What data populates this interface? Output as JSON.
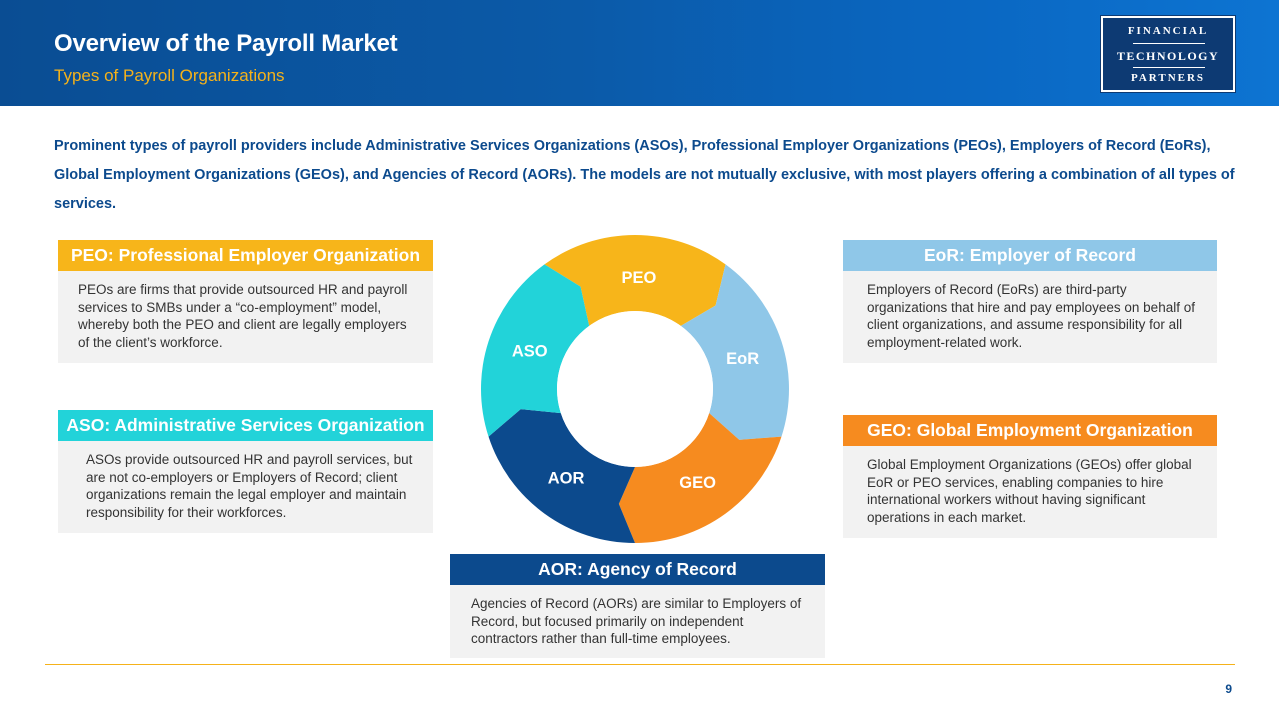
{
  "header": {
    "title": "Overview of the Payroll Market",
    "subtitle": "Types of Payroll Organizations"
  },
  "logo": {
    "line1": "FINANCIAL",
    "line2": "TECHNOLOGY",
    "line3": "PARTNERS"
  },
  "intro": "Prominent types of payroll providers include Administrative Services Organizations (ASOs), Professional Employer Organizations (PEOs), Employers of Record (EoRs), Global Employment Organizations (GEOs), and Agencies of Record (AORs). The models are not mutually exclusive, with most players offering a combination of all types of services.",
  "cards": {
    "peo": {
      "title": "PEO: Professional Employer Organization",
      "body": "PEOs are firms that provide outsourced HR and payroll services to SMBs under a “co-employment” model, whereby both the PEO and client are legally employers of the client’s workforce."
    },
    "aso": {
      "title": "ASO: Administrative Services Organization",
      "body": "ASOs provide outsourced HR and payroll services, but are not co-employers or Employers of Record; client organizations remain the legal employer and maintain responsibility for their workforces."
    },
    "eor": {
      "title": "EoR: Employer of Record",
      "body": "Employers of Record (EoRs) are third-party organizations that hire and pay employees on behalf of client organizations, and assume responsibility for all employment-related work."
    },
    "geo": {
      "title": "GEO: Global Employment Organization",
      "body": "Global Employment Organizations (GEOs) offer global EoR or PEO services, enabling companies to hire international workers without having significant operations in each market."
    },
    "aor": {
      "title": "AOR: Agency of Record",
      "body": "Agencies of Record (AORs) are similar to Employers of Record, but focused primarily on independent contractors rather than full-time employees."
    }
  },
  "cycle": {
    "segments": [
      {
        "label": "PEO",
        "color": "#f7b51a"
      },
      {
        "label": "EoR",
        "color": "#8fc7e8"
      },
      {
        "label": "GEO",
        "color": "#f68b1f"
      },
      {
        "label": "AOR",
        "color": "#0c4a8d"
      },
      {
        "label": "ASO",
        "color": "#22d3d9"
      }
    ]
  },
  "colors": {
    "brand_blue": "#0c4a8d",
    "accent_gold": "#f5b21a"
  },
  "footer": {
    "page_number": "9"
  }
}
